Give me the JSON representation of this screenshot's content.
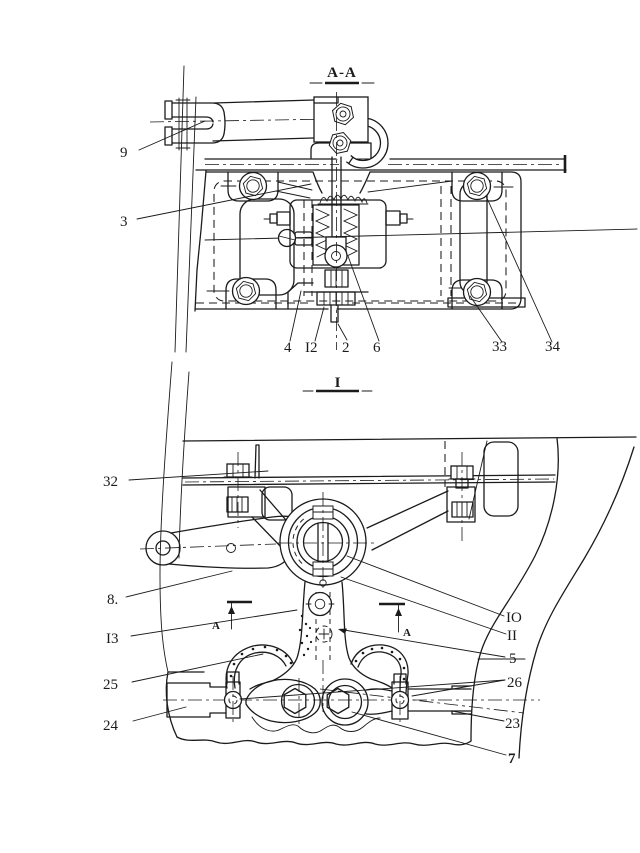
{
  "colors": {
    "paper": "#ffffff",
    "ink": "#1b1b1b"
  },
  "top": {
    "title": "A-A",
    "callouts": [
      "9",
      "3",
      "4",
      "I2",
      "2",
      "6",
      "33",
      "34"
    ]
  },
  "bottom": {
    "title": "I",
    "section_letter": "A",
    "callouts": [
      "32",
      "8.",
      "I3",
      "25",
      "24",
      "IO",
      "II",
      "5",
      "26",
      "23",
      "7"
    ]
  }
}
